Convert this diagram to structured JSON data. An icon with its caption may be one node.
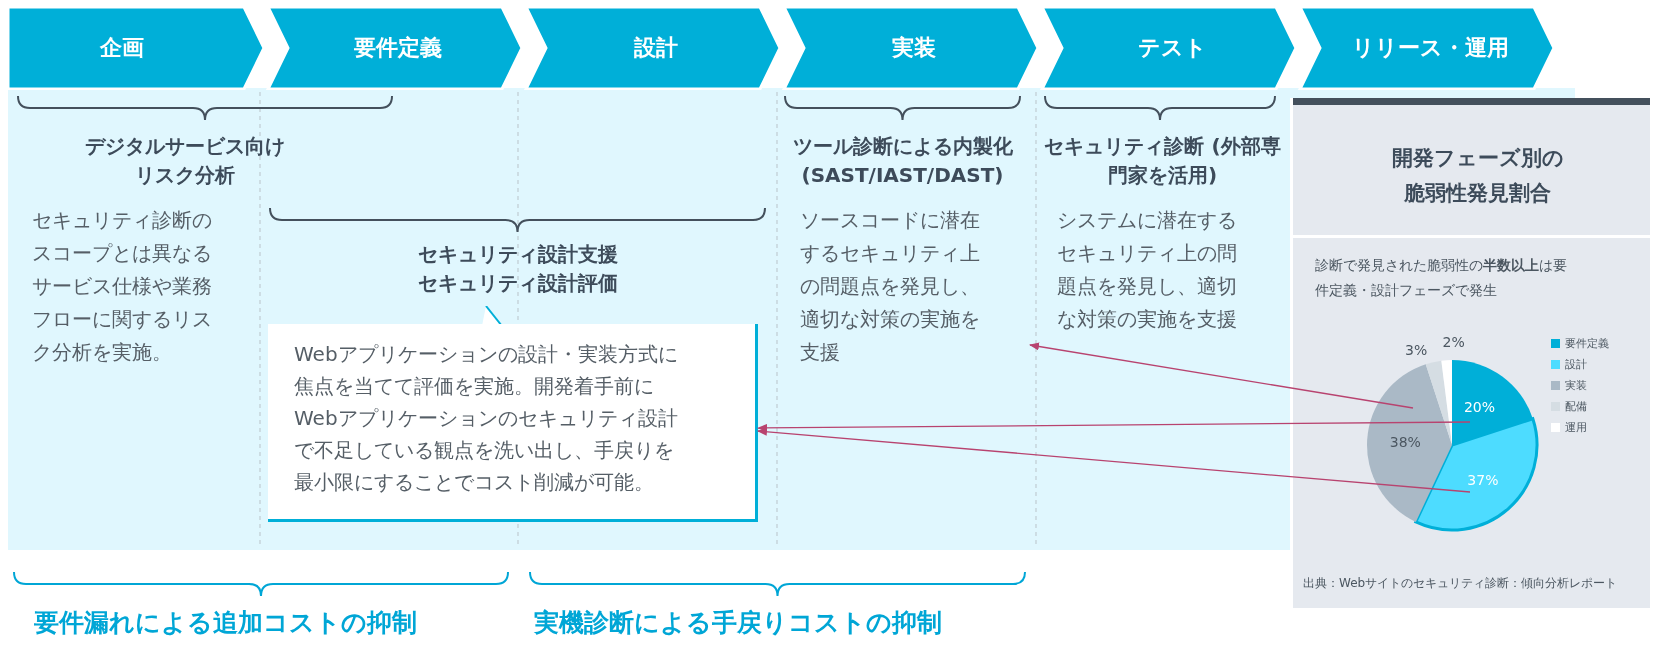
{
  "diagram": {
    "nodes": [
      {
        "text": [
          "企画"
        ]
      },
      {
        "text": [
          "要件定義"
        ]
      },
      {
        "text": [
          "設計"
        ]
      },
      {
        "text": [
          "実装"
        ]
      },
      {
        "text": [
          "テスト"
        ]
      },
      {
        "text": [
          "リリース・運用"
        ]
      },
      {
        "text": [
          "デジタルサービス向けリスク分析",
          "セキュリティ診断のスコープとは異なるサービス仕様や業務フローに関するリスク分析を実施。"
        ]
      },
      {
        "text": [
          "セキュリティ設計支援",
          "セキュリティ設計評価",
          "Webアプリケーションの設計・実装方式に焦点を当てて評価を実施。開発着手前にWebアプリケーションのセキュリティ設計で不足している観点を洗い出し、手戻りを最小限にすることでコスト削減が可能。"
        ]
      },
      {
        "text": [
          "ツール診断による内製化 (SAST/IAST/DAST)",
          "ソースコードに潜在するセキュリティ上の問題点を発見し、適切な対策の実施を支援"
        ]
      },
      {
        "text": [
          "セキュリティ診断 (外部専門家を活用)",
          "システムに潜在するセキュリティ上の問題点を発見し、適切な対策の実施を支援"
        ]
      },
      {
        "text": [
          "開発フェーズ別の脆弱性発見割合",
          "診断で発見された脆弱性の**半数以上**は要件定義・設計フェーズで発生",
          "出典：Webサイトのセキュリティ診断：傾向分析レポート"
        ]
      }
    ],
    "edges": [
      {
        "from": 10,
        "to": 8,
        "arrow": "to"
      },
      {
        "from": 10,
        "to": 7,
        "arrow": "to"
      },
      {
        "from": 10,
        "to": 7,
        "arrow": "to"
      }
    ],
    "labels": [
      "要件漏れによる**追加コスト**の抑制",
      "実機診断による**手戻りコスト**の抑制"
    ],
    "legend": [
      {
        "text": "要件定義",
        "color": "#00afd8"
      },
      {
        "text": "設計",
        "color": "#4ddcff"
      },
      {
        "text": "実装",
        "color": "#aab9c6"
      },
      {
        "text": "配備",
        "color": "#d5dde3"
      },
      {
        "text": "運用",
        "color": "#ffffff"
      }
    ],
    "chart_data": {
      "type": "pie",
      "values": [
        20,
        37,
        38,
        3,
        2
      ],
      "value_labels": [
        "20%",
        "37%",
        "38%",
        "3%",
        "2%"
      ]
    }
  }
}
